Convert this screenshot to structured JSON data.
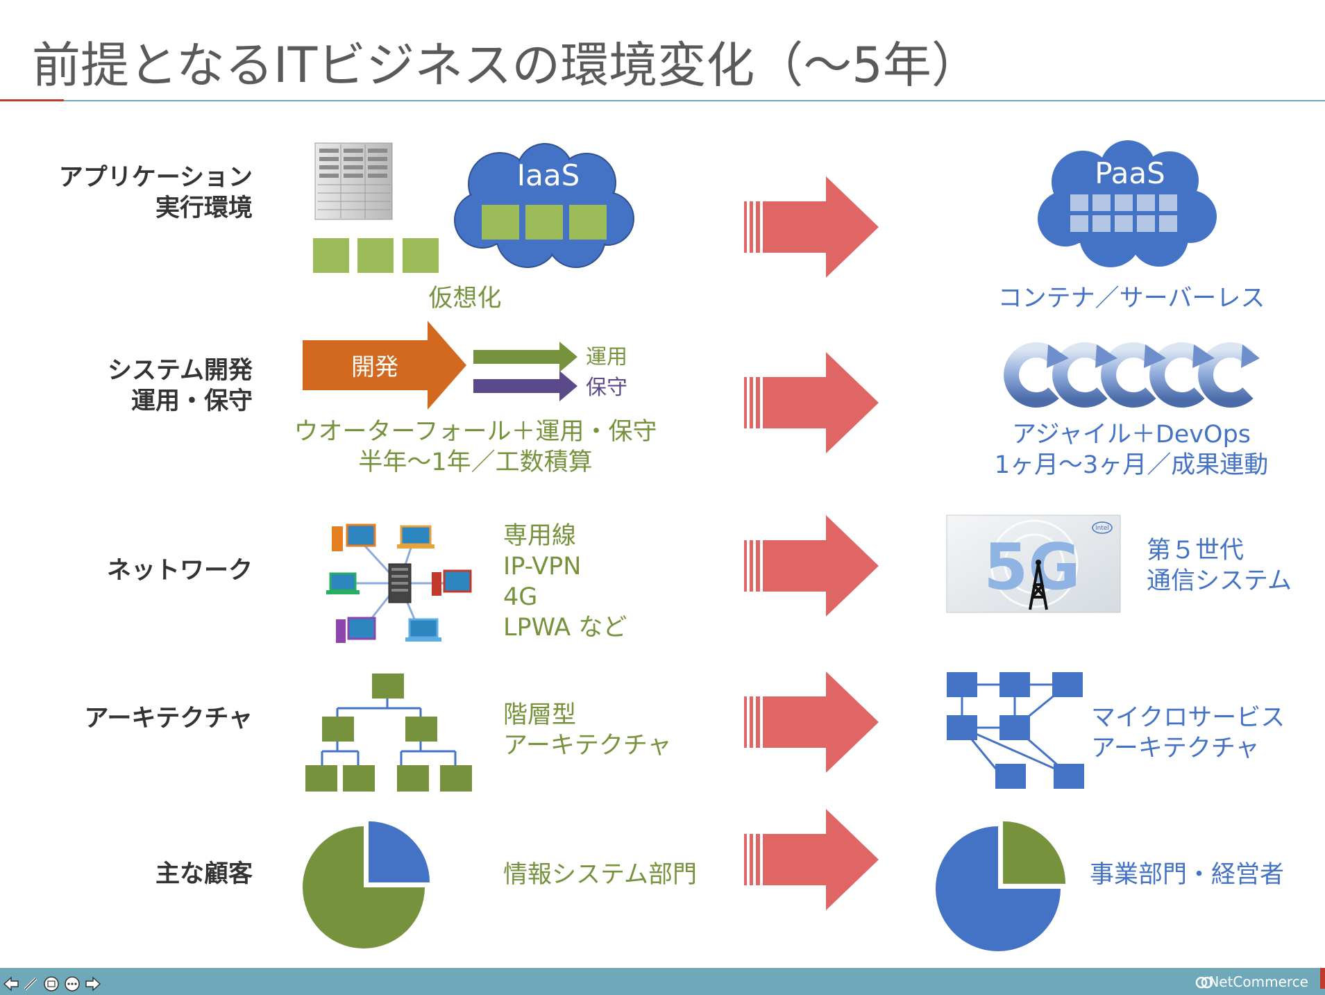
{
  "title": "前提となるITビジネスの環境変化（～5年）",
  "rows": {
    "app": {
      "label_line1": "アプリケーション",
      "label_line2": "実行環境",
      "before_cloud": "IaaS",
      "before_caption": "仮想化",
      "after_cloud": "PaaS",
      "after_caption": "コンテナ／サーバーレス"
    },
    "dev": {
      "label_line1": "システム開発",
      "label_line2": "運用・保守",
      "dev_arrow": "開発",
      "ops_label": "運用",
      "maint_label": "保守",
      "before_line1": "ウオーターフォール＋運用・保守",
      "before_line2": "半年～1年／工数積算",
      "after_line1": "アジャイル＋DevOps",
      "after_line2": "1ヶ月～3ヶ月／成果連動"
    },
    "net": {
      "label": "ネットワーク",
      "before_line1": "専用線",
      "before_line2": "IP-VPN",
      "before_line3": "4G",
      "before_line4": "LPWA など",
      "badge": "5G",
      "badge_logo": "intel",
      "after_line1": "第５世代",
      "after_line2": "通信システム"
    },
    "arch": {
      "label": "アーキテクチャ",
      "before_line1": "階層型",
      "before_line2": "アーキテクチャ",
      "after_line1": "マイクロサービス",
      "after_line2": "アーキテクチャ"
    },
    "customer": {
      "label": "主な顧客",
      "before": "情報システム部門",
      "after": "事業部門・経営者",
      "before_pie": {
        "majority": 0.75,
        "minority": 0.25
      },
      "after_pie": {
        "majority": 0.75,
        "minority": 0.25
      }
    }
  },
  "footer": {
    "brand": "NetCommerce"
  },
  "colors": {
    "green": "#76923c",
    "blue": "#4472c4",
    "arrow_red": "#e06666",
    "dev_orange": "#d2691e",
    "ops_olive": "#76923c",
    "maint_purple": "#5b4a8a",
    "footer_teal": "#6fa8b8"
  }
}
